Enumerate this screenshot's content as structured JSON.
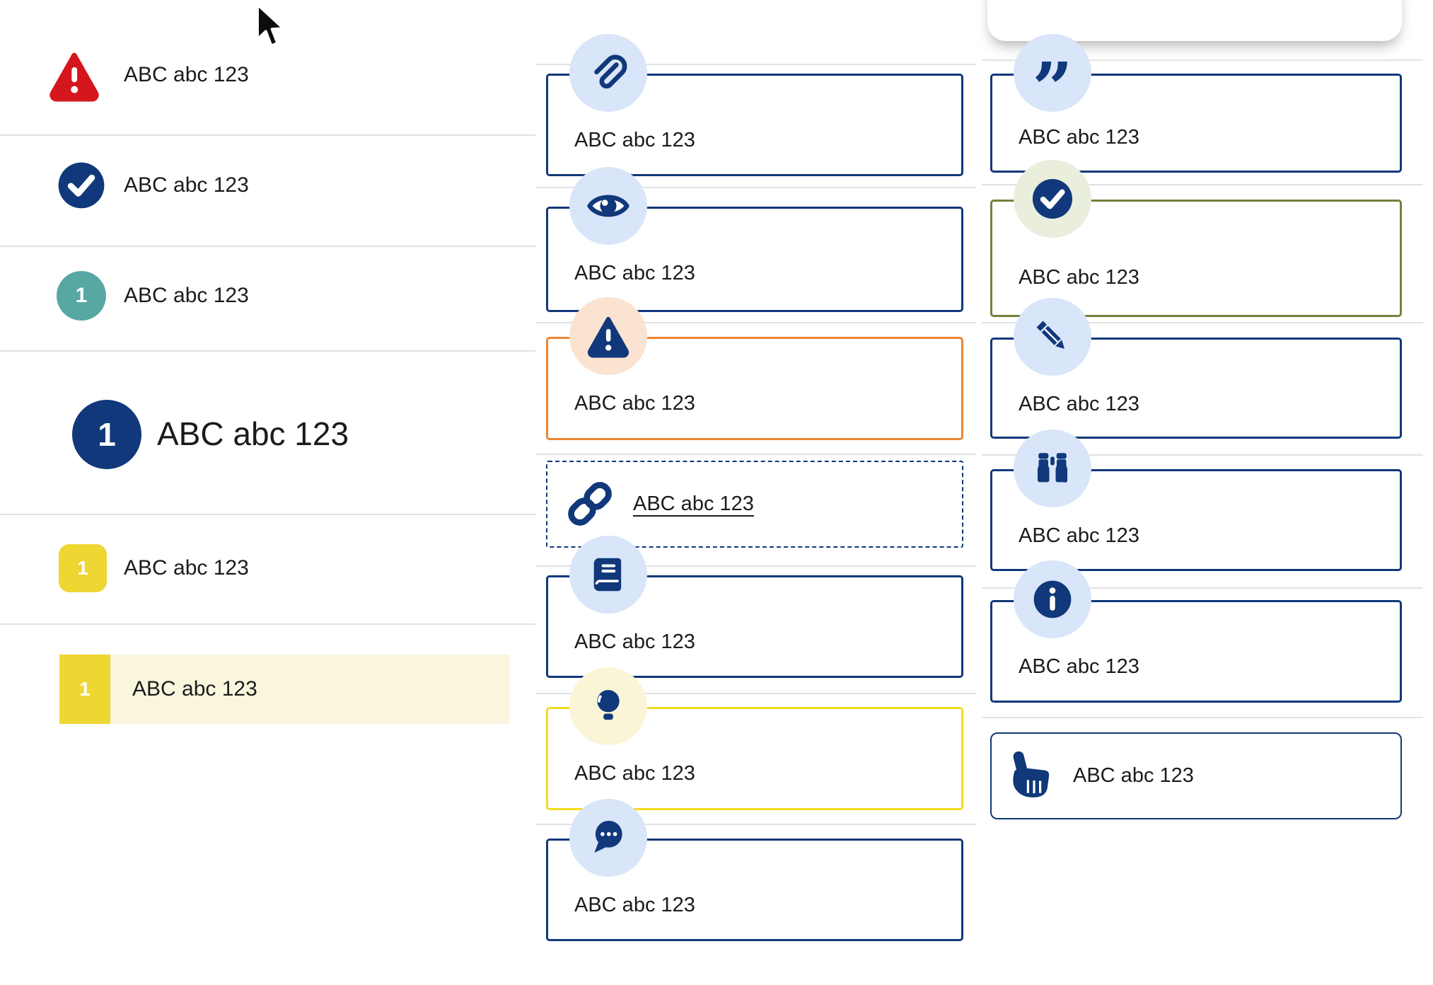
{
  "left_list": {
    "items": [
      {
        "type": "alert",
        "icon": "warning-triangle-icon",
        "label": "ABC abc 123"
      },
      {
        "type": "success",
        "icon": "check-circle-icon",
        "label": "ABC abc 123"
      },
      {
        "type": "step",
        "icon": "teal-number-badge",
        "badge": "1",
        "label": "ABC abc 123"
      },
      {
        "type": "step-heading",
        "icon": "navy-number-badge-large",
        "badge": "1",
        "label": "ABC abc 123"
      },
      {
        "type": "step",
        "icon": "yellow-number-badge",
        "badge": "1",
        "label": "ABC abc 123"
      },
      {
        "type": "step-selected",
        "icon": "yellow-number-badge",
        "badge": "1",
        "label": "ABC abc 123"
      }
    ]
  },
  "middle_callouts": {
    "items": [
      {
        "variant": "attachment",
        "icon": "paperclip-icon",
        "label": "ABC abc 123"
      },
      {
        "variant": "visibility",
        "icon": "eye-icon",
        "label": "ABC abc 123"
      },
      {
        "variant": "warning",
        "icon": "warning-triangle-icon",
        "label": "ABC abc 123"
      },
      {
        "variant": "link",
        "icon": "link-icon",
        "label": "ABC abc 123"
      },
      {
        "variant": "reference",
        "icon": "book-icon",
        "label": "ABC abc 123"
      },
      {
        "variant": "tip",
        "icon": "lightbulb-icon",
        "label": "ABC abc 123"
      },
      {
        "variant": "comment",
        "icon": "chat-bubble-icon",
        "label": "ABC abc 123"
      }
    ]
  },
  "right_callouts": {
    "items": [
      {
        "variant": "quote",
        "icon": "quote-icon",
        "label": "ABC abc 123",
        "quote_mark": "”"
      },
      {
        "variant": "success",
        "icon": "check-circle-icon",
        "label": "ABC abc 123"
      },
      {
        "variant": "edit",
        "icon": "pencil-icon",
        "label": "ABC abc 123"
      },
      {
        "variant": "explore",
        "icon": "binoculars-icon",
        "label": "ABC abc 123"
      },
      {
        "variant": "info",
        "icon": "info-circle-icon",
        "label": "ABC abc 123"
      },
      {
        "variant": "action",
        "icon": "hand-pointer-icon",
        "label": "ABC abc 123"
      }
    ]
  },
  "colors": {
    "navy": "#10387a",
    "text": "#1b1b1b",
    "alert_red": "#d6161d",
    "teal_badge": "#57a7a3",
    "marker_yellow": "#eed633",
    "highlight_row_bg": "#faf6de",
    "icon_bg_blue": "#d9e5f8",
    "icon_bg_peach": "#fae3d0",
    "icon_bg_cream": "#faf5d7",
    "icon_bg_sage": "#e9eedd",
    "border_orange": "#ea8432",
    "border_yellow": "#f2dc1f",
    "border_olive": "#75803c",
    "divider_gray": "#e2e2e2"
  }
}
